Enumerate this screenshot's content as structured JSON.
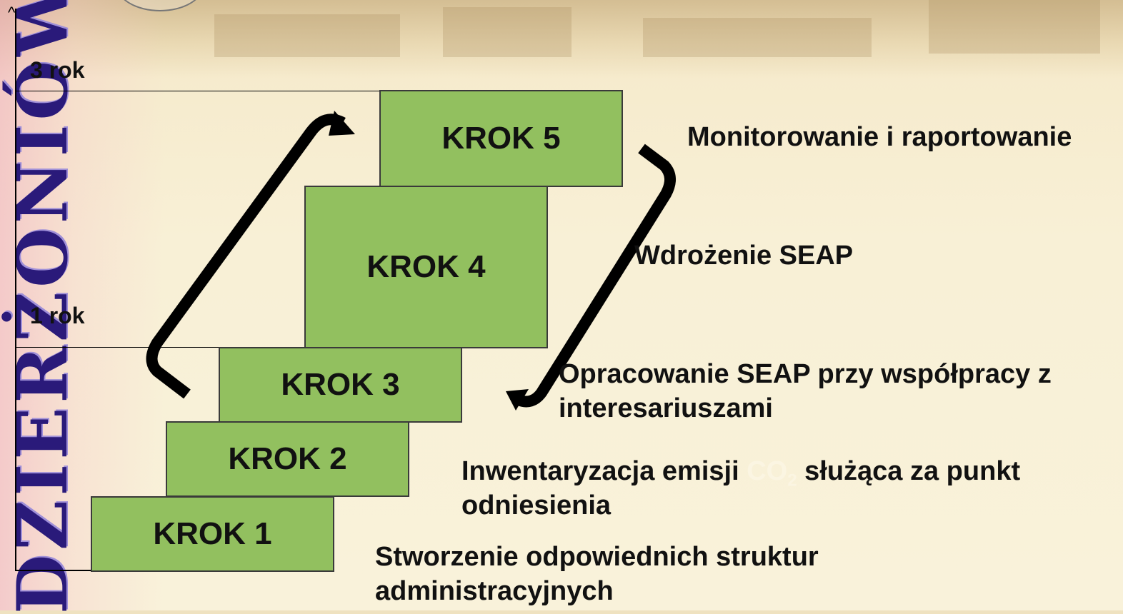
{
  "vertical_title": "DZIERŻONIÓW",
  "years": [
    "3 rok",
    "1 rok"
  ],
  "steps": [
    "KROK 1",
    "KROK 2",
    "KROK 3",
    "KROK 4",
    "KROK 5"
  ],
  "descriptions": {
    "step5": "Monitorowanie i raportowanie",
    "step4": "Wdrożenie SEAP",
    "step3_line1": "Opracowanie SEAP przy współpracy z",
    "step3_line2": "interesariuszami",
    "step2_line1_a": "Inwentaryzacja emisji",
    "step2_co2": "CO",
    "step2_co2_sub": "2",
    "step2_line1_b": "służąca za punkt",
    "step2_line2": "odniesienia",
    "step1_line1": "Stworzenie odpowiednich struktur",
    "step1_line2": "administracyjnych"
  },
  "colors": {
    "step_fill": "#92c05f",
    "title": "#2a1a7a"
  }
}
